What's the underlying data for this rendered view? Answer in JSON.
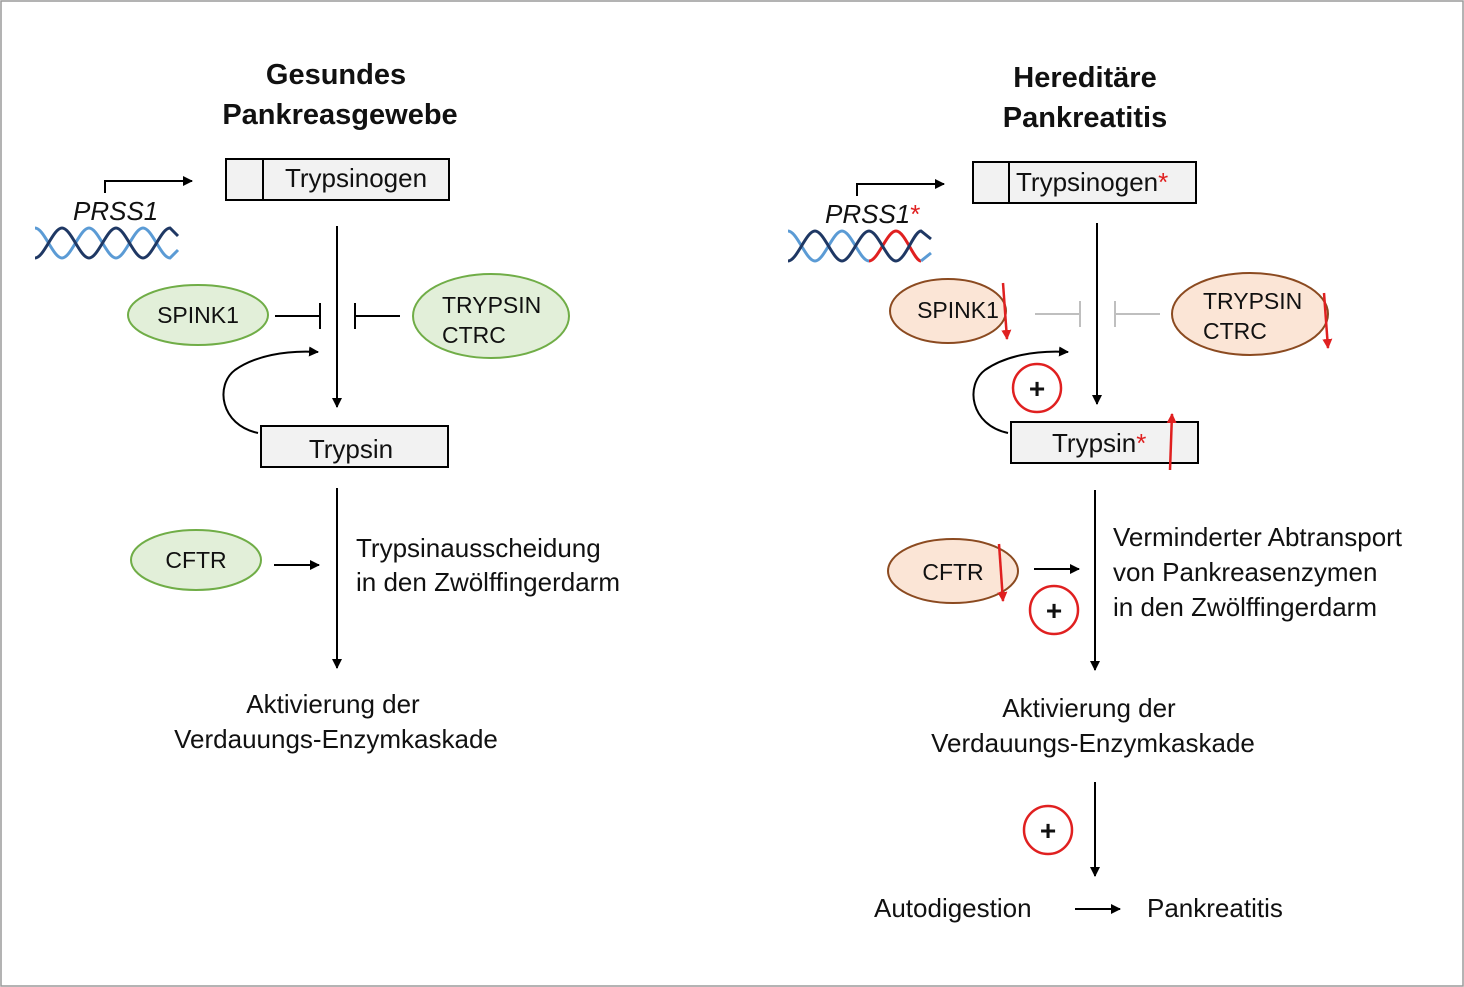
{
  "left": {
    "title_line1": "Gesundes",
    "title_line2": "Pankreasgewebe",
    "gene": "PRSS1",
    "trypsinogen": "Trypsinogen",
    "spink1": "SPINK1",
    "trypsin_inhib_line1": "TRYPSIN",
    "trypsin_inhib_line2": "CTRC",
    "trypsin": "Trypsin",
    "cftr": "CFTR",
    "excretion_line1": "Trypsinausscheidung",
    "excretion_line2": "in den Zwölffingerdarm",
    "activation_line1": "Aktivierung der",
    "activation_line2": "Verdauungs-Enzymkaskade"
  },
  "right": {
    "title_line1": "Hereditäre",
    "title_line2": "Pankreatitis",
    "gene": "PRSS1",
    "trypsinogen": "Trypsinogen",
    "spink1": "SPINK1",
    "trypsin_inhib_line1": "TRYPSIN",
    "trypsin_inhib_line2": "CTRC",
    "trypsin": "Trypsin",
    "cftr": "CFTR",
    "transport_line1": "Verminderter Abtransport",
    "transport_line2": "von Pankreasenzymen",
    "transport_line3": "in den Zwölffingerdarm",
    "activation_line1": "Aktivierung der",
    "activation_line2": "Verdauungs-Enzymkaskade",
    "autodigestion": "Autodigestion",
    "pancreatitis": "Pankreatitis"
  },
  "symbols": {
    "mutation_mark": "*",
    "plus": "+"
  },
  "colors": {
    "healthy_fill": "#e2efd9",
    "healthy_stroke": "#70ad47",
    "disease_fill": "#fbe5d6",
    "disease_stroke": "#8b4a20",
    "alert_red": "#e02020",
    "inhibition_grey": "#bfbfbf",
    "box_fill": "#f2f2f2"
  }
}
